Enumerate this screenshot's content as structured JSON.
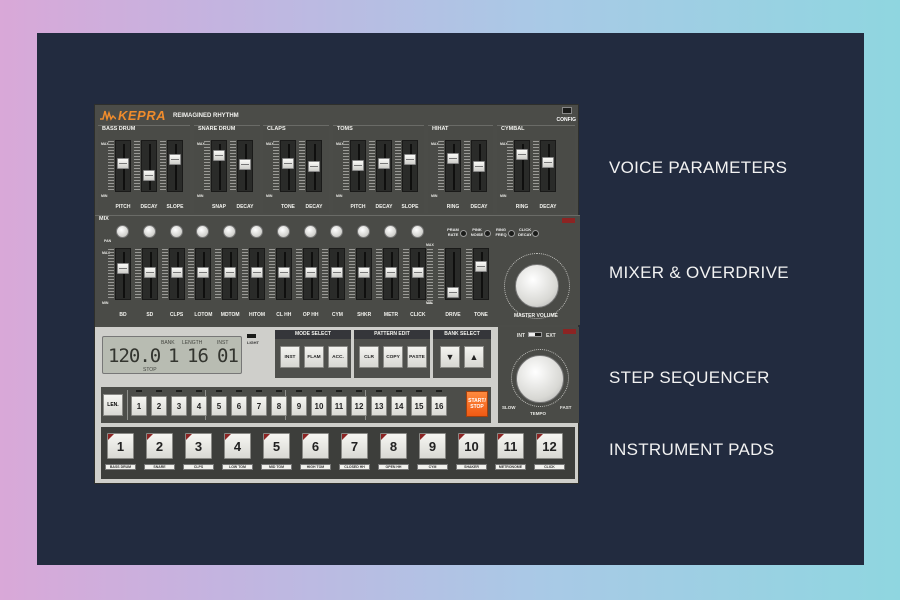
{
  "brand": {
    "name": "KEPRA",
    "tagline": "REIMAGINED RHYTHM",
    "config_label": "CONFIG"
  },
  "voices": [
    {
      "title": "BASS DRUM",
      "faders": [
        "PITCH",
        "DECAY",
        "SLOPE"
      ]
    },
    {
      "title": "SNARE DRUM",
      "faders": [
        "SNAP",
        "DECAY"
      ]
    },
    {
      "title": "CLAPS",
      "faders": [
        "TONE",
        "DECAY"
      ]
    },
    {
      "title": "TOMS",
      "faders": [
        "PITCH",
        "DECAY",
        "SLOPE"
      ]
    },
    {
      "title": "HIHAT",
      "faders": [
        "RING",
        "DECAY"
      ]
    },
    {
      "title": "CYMBAL",
      "faders": [
        "RING",
        "DECAY"
      ]
    }
  ],
  "scale": {
    "max": "MAX",
    "min": "MIN",
    "pan": "PAN"
  },
  "mix": {
    "title": "MIX",
    "channels": [
      "BD",
      "SD",
      "CLPS",
      "LOTOM",
      "MDTOM",
      "HITOM",
      "CL HH",
      "OP HH",
      "CYM",
      "SHKR",
      "METR",
      "CLICK"
    ],
    "extra_knobs": [
      {
        "l1": "PRAM",
        "l2": "RATE"
      },
      {
        "l1": "PINK",
        "l2": "NOISE"
      },
      {
        "l1": "RING",
        "l2": "FREQ"
      },
      {
        "l1": "CLICK",
        "l2": "DECAY"
      }
    ],
    "drive_label": "DRIVE",
    "tone_label": "TONE",
    "master_label": "MASTER VOLUME"
  },
  "lcd": {
    "bpm": "120.0",
    "bank": "1",
    "length": "16",
    "inst": "01",
    "bank_label": "BANK",
    "length_label": "LENGTH",
    "inst_label": "INST",
    "status": "STOP",
    "light_label": "LIGHT"
  },
  "mode_select": {
    "title": "MODE SELECT",
    "buttons": [
      "INST",
      "FLAM",
      "ACC."
    ]
  },
  "pattern_edit": {
    "title": "PATTERN EDIT",
    "buttons": [
      "CLR",
      "COPY",
      "PASTE"
    ]
  },
  "bank_select": {
    "title": "BANK SELECT",
    "down": "▼",
    "up": "▲"
  },
  "tempo": {
    "int": "INT",
    "ext": "EXT",
    "slow": "SLOW",
    "fast": "FAST",
    "label": "TEMPO"
  },
  "sequencer": {
    "len_label": "LEN.",
    "steps": [
      "1",
      "2",
      "3",
      "4",
      "5",
      "6",
      "7",
      "8",
      "9",
      "10",
      "11",
      "12",
      "13",
      "14",
      "15",
      "16"
    ],
    "start_stop": "START/ STOP"
  },
  "pads": [
    {
      "num": "1",
      "label": "BASS DRUM"
    },
    {
      "num": "2",
      "label": "SNARE"
    },
    {
      "num": "3",
      "label": "CLPS"
    },
    {
      "num": "4",
      "label": "LOW TOM"
    },
    {
      "num": "5",
      "label": "MID TOM"
    },
    {
      "num": "6",
      "label": "HIGH TOM"
    },
    {
      "num": "7",
      "label": "CLOSED HH"
    },
    {
      "num": "8",
      "label": "OPEN HH"
    },
    {
      "num": "9",
      "label": "CYM"
    },
    {
      "num": "10",
      "label": "SHAKER"
    },
    {
      "num": "11",
      "label": "METRONOME"
    },
    {
      "num": "12",
      "label": "CLICK"
    }
  ],
  "side_labels": [
    "VOICE PARAMETERS",
    "MIXER & OVERDRIVE",
    "STEP SEQUENCER",
    "INSTRUMENT PADS"
  ],
  "colors": {
    "accent": "#f05a14",
    "logo": "#f08c2c",
    "frame": "#222b3f",
    "panel": "#4b4c48",
    "led": "#8c2423"
  }
}
